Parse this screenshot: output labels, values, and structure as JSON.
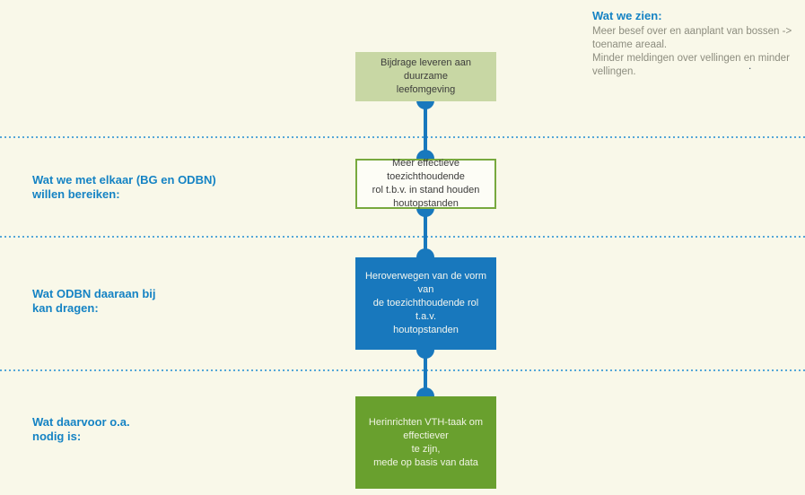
{
  "observations": {
    "heading": "Wat we zien:",
    "lines": [
      "Meer besef over en aanplant van bossen -> toename areaal.",
      "Minder meldingen over vellingen en minder vellingen."
    ],
    "stray_dot": "."
  },
  "row_labels": [
    {
      "text": "Wat we met elkaar (BG en ODBN)\nwillen bereiken:"
    },
    {
      "text": "Wat ODBN daaraan bij\nkan dragen:"
    },
    {
      "text": "Wat daarvoor o.a.\nnodig is:"
    }
  ],
  "flow_boxes": [
    {
      "id": "goal",
      "style": "light-green",
      "text": "Bijdrage leveren aan duurzame\nleefomgeving"
    },
    {
      "id": "objective",
      "style": "white-green-border",
      "text": "Meer effectieve toezichthoudende\nrol t.b.v. in stand houden\nhoutopstanden"
    },
    {
      "id": "contribution",
      "style": "blue",
      "text": "Heroverwegen van de vorm van\nde toezichthoudende rol t.a.v.\nhoutopstanden"
    },
    {
      "id": "needs",
      "style": "green",
      "text": "Herinrichten VTH-taak om effectiever\nte zijn,\nmede op basis van data"
    }
  ],
  "colors": {
    "background": "#f9f8e9",
    "accent_blue": "#1583c4",
    "box_blue": "#1878bd",
    "box_green": "#69a02e",
    "box_light_green": "#c8d7a4",
    "box_border_green": "#78a93e",
    "gray_text": "#8d8d7f",
    "dark_text": "#3c3c3b",
    "dashed_divider": "#55a7d8"
  }
}
